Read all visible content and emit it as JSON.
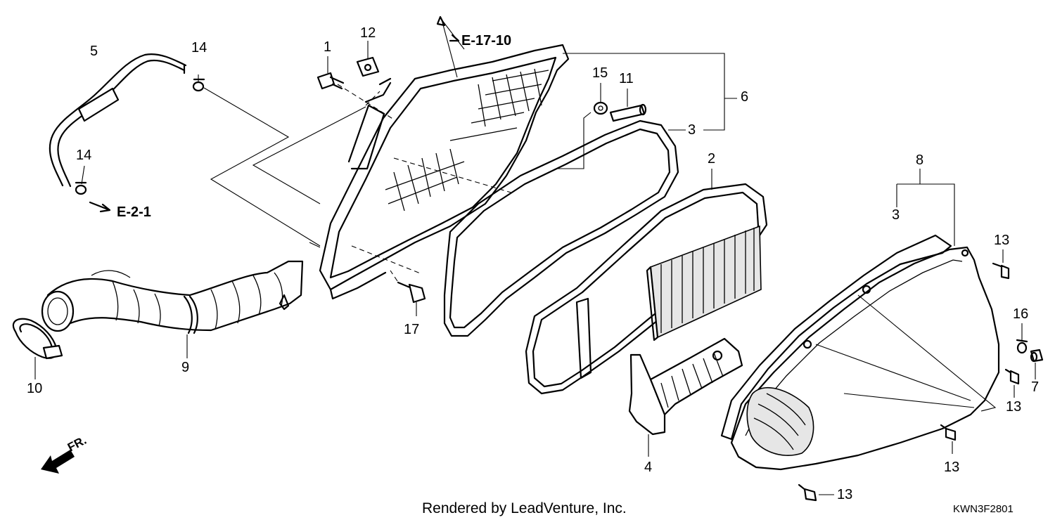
{
  "callouts": {
    "c1": "1",
    "c2": "2",
    "c3a": "3",
    "c3b": "3",
    "c4": "4",
    "c5": "5",
    "c6": "6",
    "c7": "7",
    "c8": "8",
    "c9": "9",
    "c10": "10",
    "c11": "11",
    "c12": "12",
    "c13a": "13",
    "c13b": "13",
    "c13c": "13",
    "c13d": "13",
    "c14a": "14",
    "c14b": "14",
    "c15": "15",
    "c16": "16",
    "c17": "17"
  },
  "references": {
    "r1": "E-17-10",
    "r2": "E-2-1"
  },
  "front_label": "FR.",
  "credit": "Rendered by LeadVenture, Inc.",
  "diagram_code": "KWN3F2801"
}
